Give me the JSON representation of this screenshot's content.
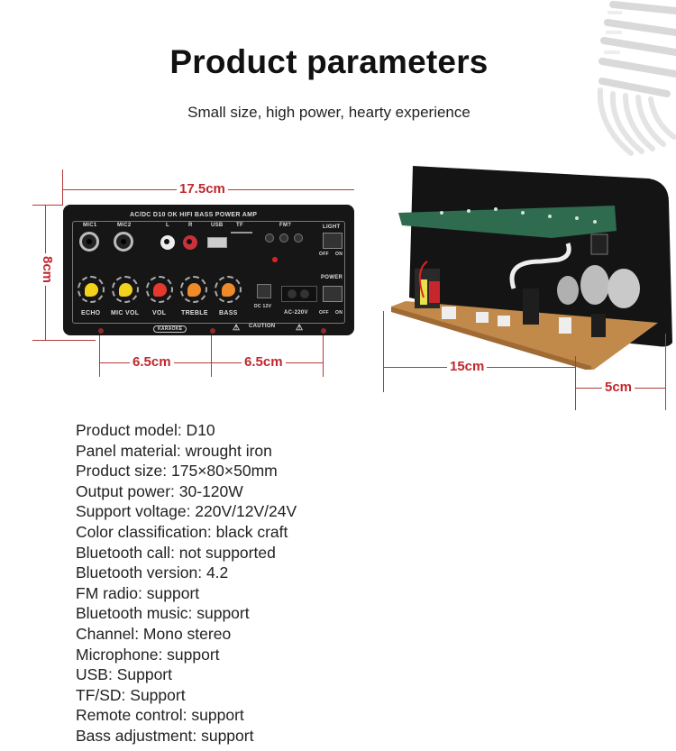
{
  "header": {
    "title": "Product parameters",
    "subtitle": "Small size, high power, hearty experience"
  },
  "colors": {
    "dimension_red": "#c0282d",
    "panel_black": "#161616",
    "knob_yellow": "#f2d21a",
    "knob_red": "#e8382e",
    "knob_orange": "#ee8a2a"
  },
  "front_panel": {
    "dimensions": {
      "width": "17.5cm",
      "height": "8cm",
      "hole_spacing_left": "6.5cm",
      "hole_spacing_right": "6.5cm"
    },
    "header_text": "AC/DC  D10 OK  HIFI   BASS  POWER  AMP",
    "inputs": [
      {
        "label": "MIC1",
        "type": "jack"
      },
      {
        "label": "MIC2",
        "type": "jack"
      },
      {
        "label": "L",
        "type": "rca-white"
      },
      {
        "label": "R",
        "type": "rca-red"
      },
      {
        "label": "USB",
        "type": "usb"
      },
      {
        "label": "TF",
        "type": "slot"
      }
    ],
    "buttons_label": "FM?",
    "light_switch": {
      "label": "LIGHT",
      "off": "OFF",
      "on": "ON"
    },
    "power_switch": {
      "label": "POWER",
      "off": "OFF",
      "on": "ON"
    },
    "knobs": [
      {
        "label": "ECHO",
        "color": "#f2d21a"
      },
      {
        "label": "MIC VOL",
        "color": "#f2d21a"
      },
      {
        "label": "VOL",
        "color": "#e8382e"
      },
      {
        "label": "TREBLE",
        "color": "#ee8a2a"
      },
      {
        "label": "BASS",
        "color": "#ee8a2a"
      }
    ],
    "knob_minus": "−",
    "knob_plus": "+",
    "dc_label": "DC 12V",
    "ac_label": "AC-220V",
    "karaoke_label": "KARAOKE",
    "caution_label": "CAUTION"
  },
  "board_photo": {
    "dimensions": {
      "depth": "15cm",
      "thickness": "5cm"
    }
  },
  "specs": [
    "Product model: D10",
    "Panel material: wrought iron",
    "Product size: 175×80×50mm",
    "Output power: 30-120W",
    "Support voltage: 220V/12V/24V",
    "Color classification: black craft",
    "Bluetooth call: not supported",
    "Bluetooth version: 4.2",
    "FM radio: support",
    "Bluetooth music: support",
    "Channel: Mono stereo",
    "Microphone: support",
    "USB: Support",
    "TF/SD: Support",
    "Remote control: support",
    "Bass adjustment: support"
  ]
}
